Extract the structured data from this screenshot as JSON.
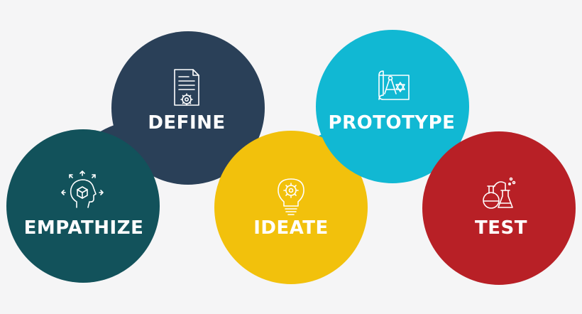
{
  "stages": [
    {
      "id": "empathize",
      "label": "EMPATHIZE",
      "color": "#12525b",
      "icon": "head-cube-arrows-icon"
    },
    {
      "id": "define",
      "label": "DEFINE",
      "color": "#2a4058",
      "icon": "document-gear-icon"
    },
    {
      "id": "ideate",
      "label": "IDEATE",
      "color": "#f2c10c",
      "icon": "lightbulb-gear-icon"
    },
    {
      "id": "prototype",
      "label": "PROTOTYPE",
      "color": "#11b8d3",
      "icon": "blueprint-compass-icon"
    },
    {
      "id": "test",
      "label": "TEST",
      "color": "#b82026",
      "icon": "lab-flasks-icon"
    }
  ],
  "icon_stroke_color": "#ffffff",
  "background_color": "#f5f5f6"
}
